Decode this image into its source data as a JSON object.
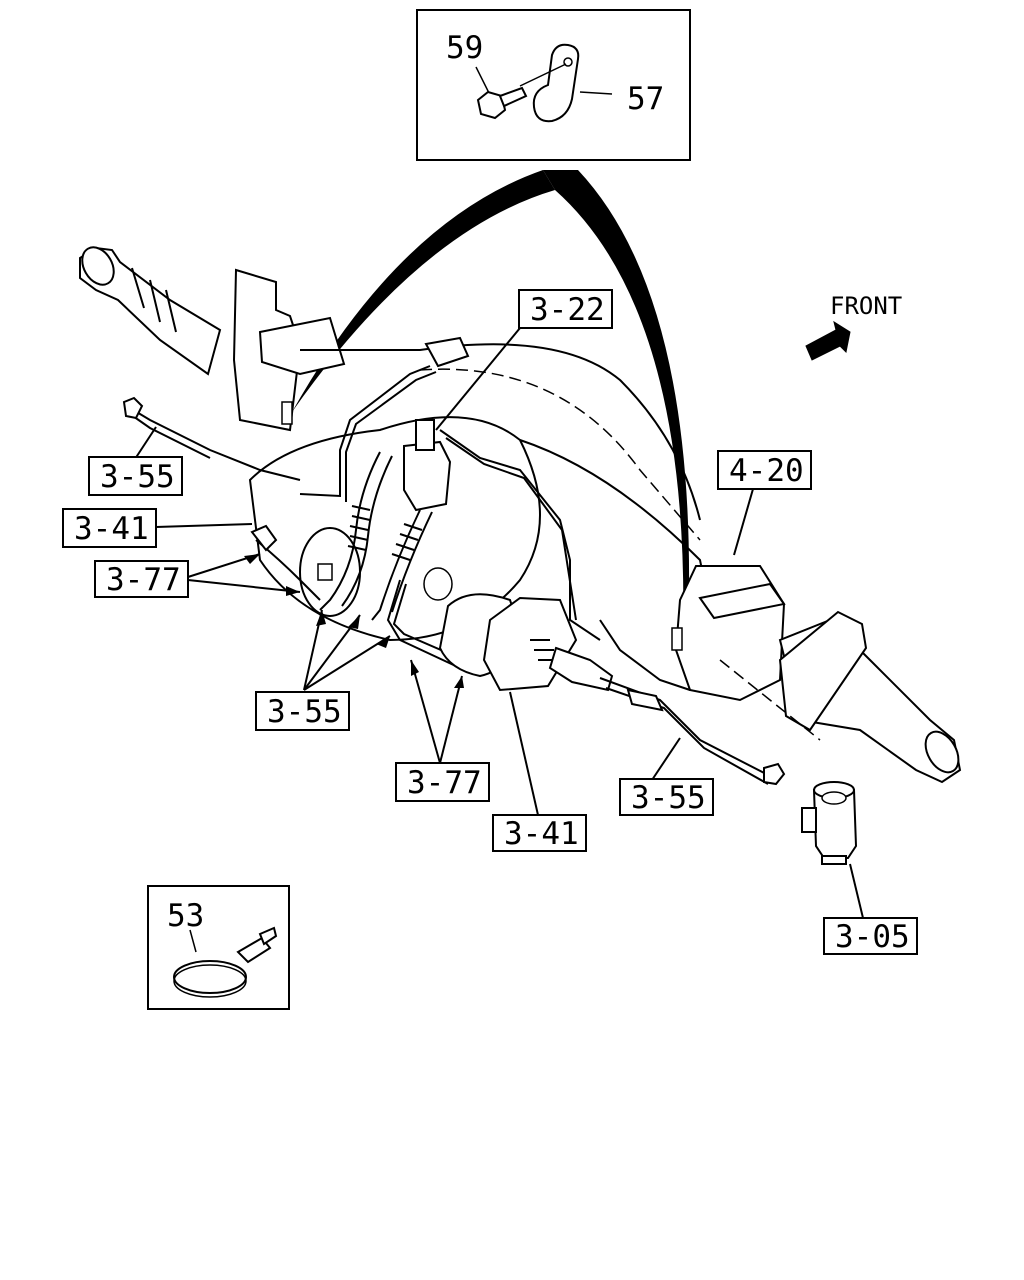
{
  "direction_label": "FRONT",
  "detail_labels": {
    "bolt": "59",
    "clip": "57",
    "band": "53"
  },
  "callouts": {
    "c_3_22": "3-22",
    "c_4_20": "4-20",
    "c_3_55_a": "3-55",
    "c_3_41_a": "3-41",
    "c_3_77_a": "3-77",
    "c_3_55_b": "3-55",
    "c_3_77_b": "3-77",
    "c_3_41_b": "3-41",
    "c_3_55_c": "3-55",
    "c_3_05": "3-05"
  }
}
